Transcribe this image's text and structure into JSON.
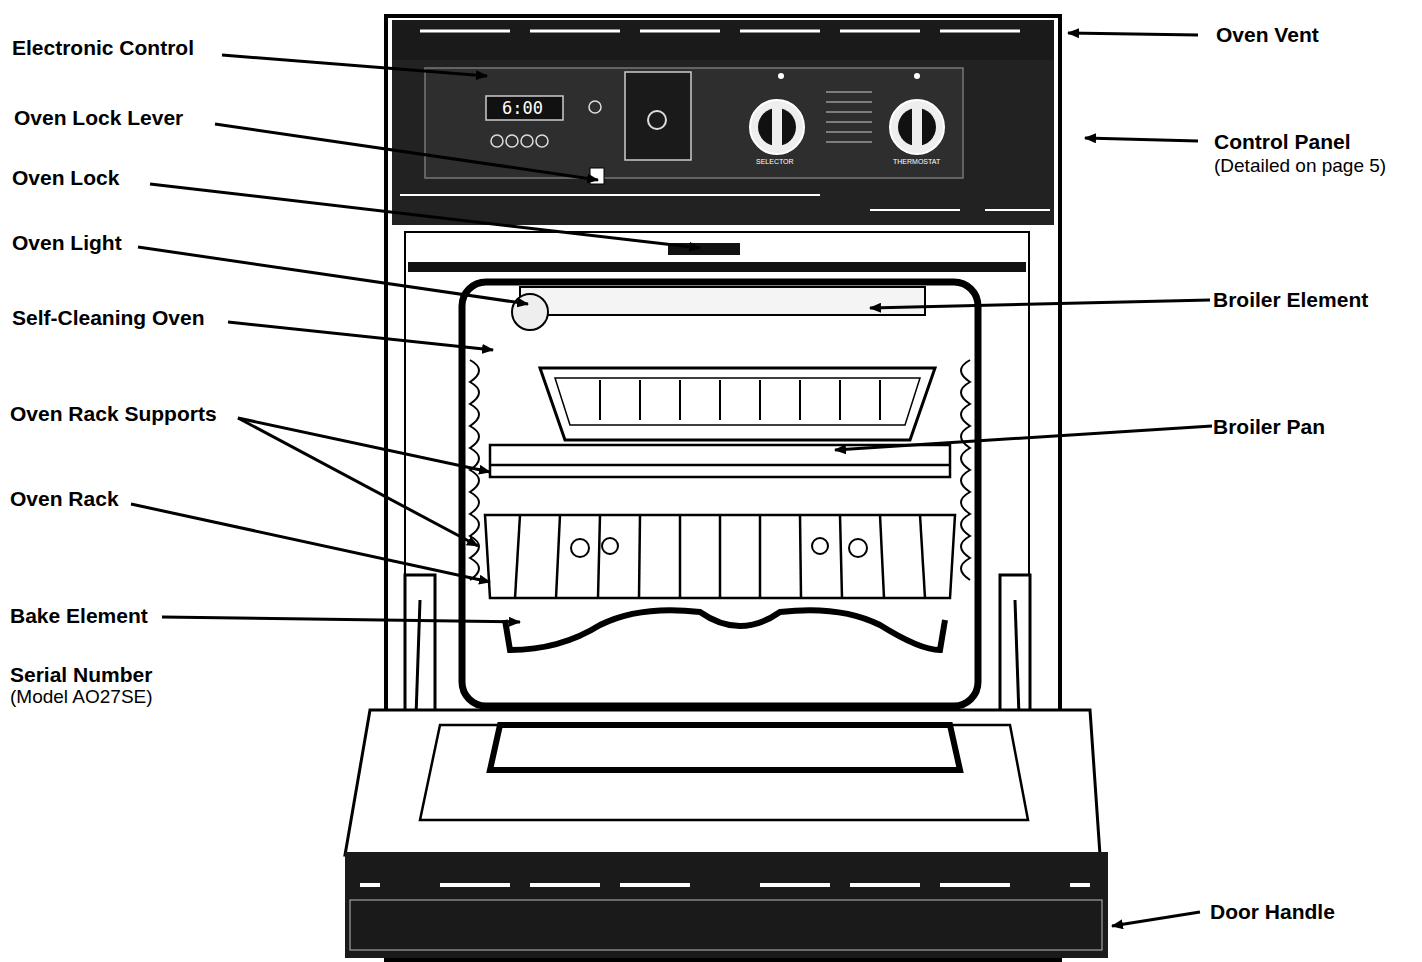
{
  "diagram": {
    "labels": [
      "Electronic Control",
      "Oven Lock Lever",
      "Oven Lock",
      "Oven Light",
      "Self-Cleaning Oven",
      "Oven Rack Supports",
      "Oven Rack",
      "Bake Element",
      "Serial Number",
      "(Model AO27SE)",
      "Oven Vent",
      "Control Panel",
      "(Detailed on page 5)",
      "Broiler Element",
      "Broiler Pan",
      "Door Handle",
      "6:00",
      "SELECTOR",
      "THERMOSTAT"
    ]
  }
}
